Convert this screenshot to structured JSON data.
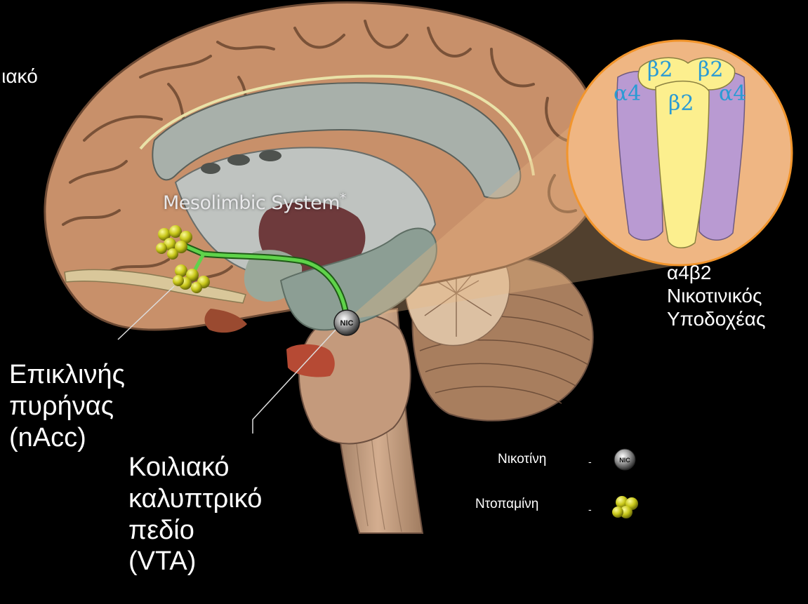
{
  "labels": {
    "partial_top": "μιακό",
    "mesolimbic": "Mesolimbic System",
    "mesolimbic_mark": "*",
    "nacc": [
      "Επικλινής",
      "πυρήνας",
      "(nAcc)"
    ],
    "vta": [
      "Κοιλιακό",
      "καλυπτρικό",
      "πεδίο",
      "(VTA)"
    ],
    "receptor": [
      "α4β2",
      "Νικοτινικός",
      "Υποδοχέας"
    ]
  },
  "receptor_subunits": {
    "top_left": "β2",
    "top_right": "β2",
    "left": "α4",
    "center": "β2",
    "right": "α4"
  },
  "nic_marker": "NIC",
  "legend": [
    {
      "label": "Νικοτίνη",
      "dash": "-",
      "icon": "nicotine-molecule-icon",
      "icon_text": "NIC"
    },
    {
      "label": "Ντοπαμίνη",
      "dash": "-",
      "icon": "dopamine-molecule-icon"
    }
  ],
  "colors": {
    "background": "#000000",
    "brain_gyri": "#c8906a",
    "brainstem": "#c9a184",
    "cerebellum": "#a87e5e",
    "pathway_green": "#5fd34a",
    "dopamine_yellow": "#c9c81a",
    "receptor_circle": "#efb683",
    "receptor_border": "#f2952c",
    "alpha4_subunit": "#b99ad2",
    "beta2_subunit": "#fcef8e",
    "subunit_text": "#2a9bd4"
  }
}
